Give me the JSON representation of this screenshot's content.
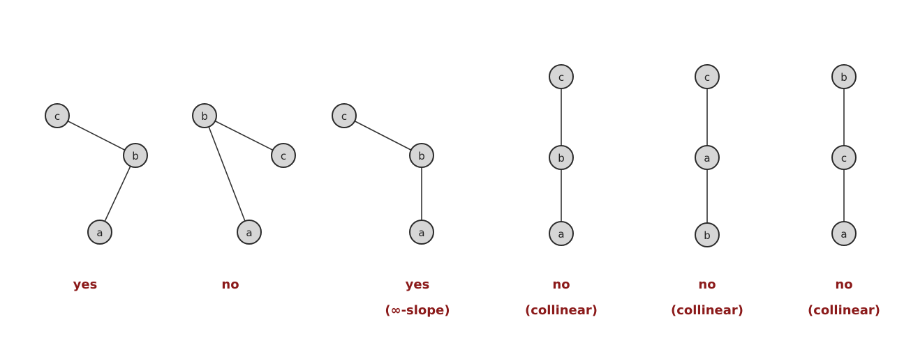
{
  "caption_color": "#8b1a1a",
  "diagrams": [
    {
      "nodes": [
        {
          "id": "c",
          "label": "c"
        },
        {
          "id": "b",
          "label": "b"
        },
        {
          "id": "a",
          "label": "a"
        }
      ],
      "edges": [
        [
          "c",
          "b"
        ],
        [
          "b",
          "a"
        ]
      ],
      "caption": "yes",
      "subcaption": ""
    },
    {
      "nodes": [
        {
          "id": "b",
          "label": "b"
        },
        {
          "id": "c",
          "label": "c"
        },
        {
          "id": "a",
          "label": "a"
        }
      ],
      "edges": [
        [
          "b",
          "c"
        ],
        [
          "b",
          "a"
        ]
      ],
      "caption": "no",
      "subcaption": ""
    },
    {
      "nodes": [
        {
          "id": "c",
          "label": "c"
        },
        {
          "id": "b",
          "label": "b"
        },
        {
          "id": "a",
          "label": "a"
        }
      ],
      "edges": [
        [
          "c",
          "b"
        ],
        [
          "b",
          "a"
        ]
      ],
      "caption": "yes",
      "subcaption": "(∞-slope)"
    },
    {
      "nodes": [
        {
          "id": "c",
          "label": "c"
        },
        {
          "id": "b",
          "label": "b"
        },
        {
          "id": "a",
          "label": "a"
        }
      ],
      "edges": [
        [
          "c",
          "b"
        ],
        [
          "b",
          "a"
        ]
      ],
      "caption": "no",
      "subcaption": "(collinear)"
    },
    {
      "nodes": [
        {
          "id": "c",
          "label": "c"
        },
        {
          "id": "a",
          "label": "a"
        },
        {
          "id": "b",
          "label": "b"
        }
      ],
      "edges": [
        [
          "c",
          "a"
        ],
        [
          "a",
          "b"
        ]
      ],
      "caption": "no",
      "subcaption": "(collinear)"
    },
    {
      "nodes": [
        {
          "id": "b",
          "label": "b"
        },
        {
          "id": "c",
          "label": "c"
        },
        {
          "id": "a",
          "label": "a"
        }
      ],
      "edges": [
        [
          "b",
          "c"
        ],
        [
          "c",
          "a"
        ]
      ],
      "caption": "no",
      "subcaption": "(collinear)"
    }
  ]
}
